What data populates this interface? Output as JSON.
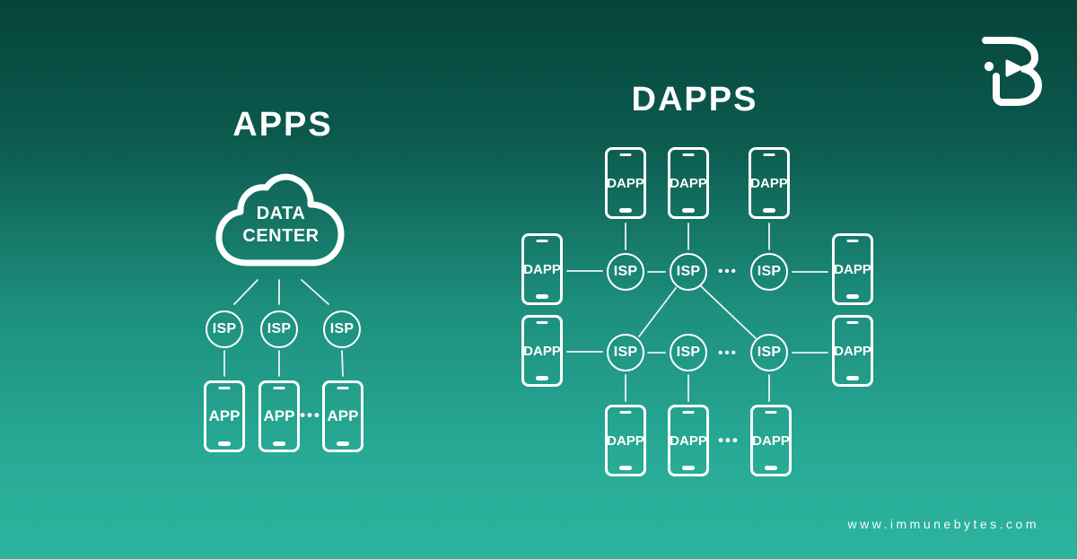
{
  "page": {
    "url": "www.immunebytes.com",
    "brand": "immunebytes-logo"
  },
  "colors": {
    "bg_top": "#05443b",
    "bg_bottom": "#2db49e",
    "foreground": "#ffffff"
  },
  "apps_diagram": {
    "title": "APPS",
    "cloud_label_line1": "DATA",
    "cloud_label_line2": "CENTER",
    "isp_nodes": [
      "ISP",
      "ISP",
      "ISP"
    ],
    "phones": [
      "APP",
      "APP",
      "APP"
    ],
    "ellipsis": "•••"
  },
  "dapps_diagram": {
    "title": "DAPPS",
    "top_phones": [
      "DAPP",
      "DAPP",
      "DAPP"
    ],
    "isp_row1": [
      "ISP",
      "ISP",
      "ISP"
    ],
    "isp_row2": [
      "ISP",
      "ISP",
      "ISP"
    ],
    "side_phones_row1": [
      "DAPP",
      "DAPP"
    ],
    "side_phones_row2": [
      "DAPP",
      "DAPP"
    ],
    "bottom_phones": [
      "DAPP",
      "DAPP",
      "DAPP"
    ],
    "ellipsis": "•••"
  }
}
